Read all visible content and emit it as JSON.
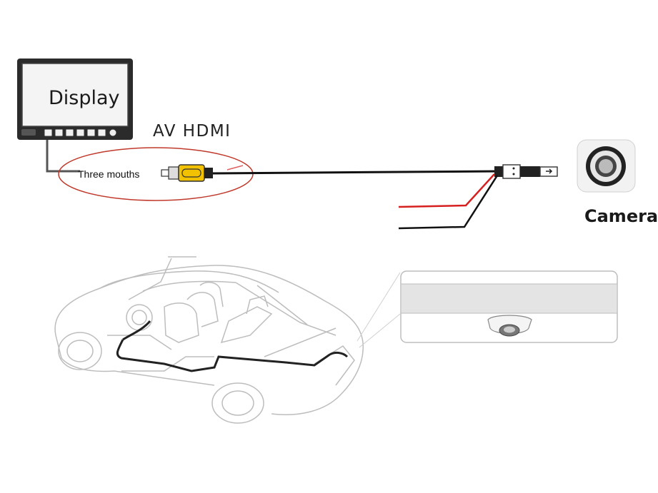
{
  "labels": {
    "display": "Display",
    "av_hdmi": "AV HDMI",
    "three_mouths": "Three mouths",
    "camera": "Camera"
  },
  "colors": {
    "ellipse": "#c0392b",
    "rca_plug": "#f2c200",
    "red_wire": "#d62020",
    "cable": "#111111",
    "car_lines": "#bdbdbd"
  },
  "icons": {
    "monitor": "display-monitor-icon",
    "camera": "backup-camera-icon"
  }
}
